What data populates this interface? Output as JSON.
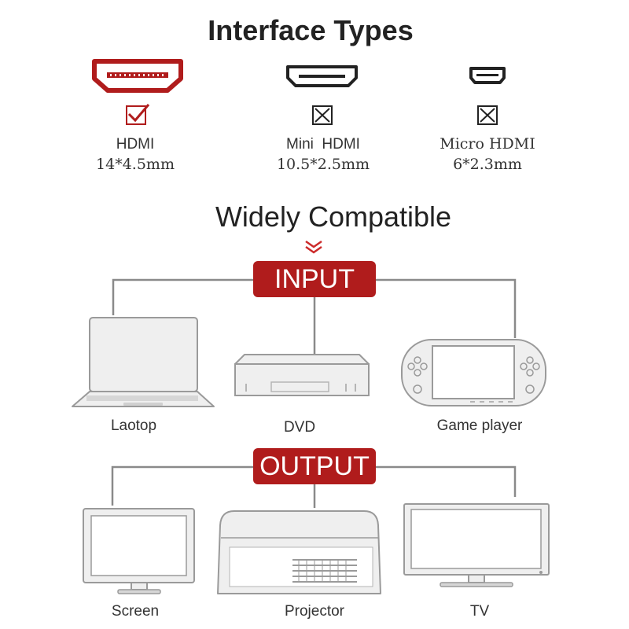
{
  "colors": {
    "accent": "#b01c1c",
    "device_fill": "#efefef",
    "device_stroke": "#9a9a9a",
    "line": "#8a8a8a",
    "text": "#333333"
  },
  "sections": {
    "interface_title": "Interface Types",
    "compatible_title": "Widely Compatible"
  },
  "interfaces": [
    {
      "name": "HDMI",
      "size": "14*4.5mm",
      "status": "check",
      "icon": "hdmi-connector-icon"
    },
    {
      "name": "Mini  HDMI",
      "size": "10.5*2.5mm",
      "status": "cross",
      "icon": "mini-hdmi-connector-icon"
    },
    {
      "name": "Micro HDMI",
      "size": "6*2.3mm",
      "status": "cross",
      "icon": "micro-hdmi-connector-icon"
    }
  ],
  "input": {
    "label": "INPUT",
    "devices": [
      {
        "name": "Laotop",
        "icon": "laptop-icon"
      },
      {
        "name": "DVD",
        "icon": "dvd-player-icon"
      },
      {
        "name": "Game player",
        "icon": "game-player-icon"
      }
    ]
  },
  "output": {
    "label": "OUTPUT",
    "devices": [
      {
        "name": "Screen",
        "icon": "monitor-icon"
      },
      {
        "name": "Projector",
        "icon": "projector-icon"
      },
      {
        "name": "TV",
        "icon": "tv-icon"
      }
    ]
  }
}
